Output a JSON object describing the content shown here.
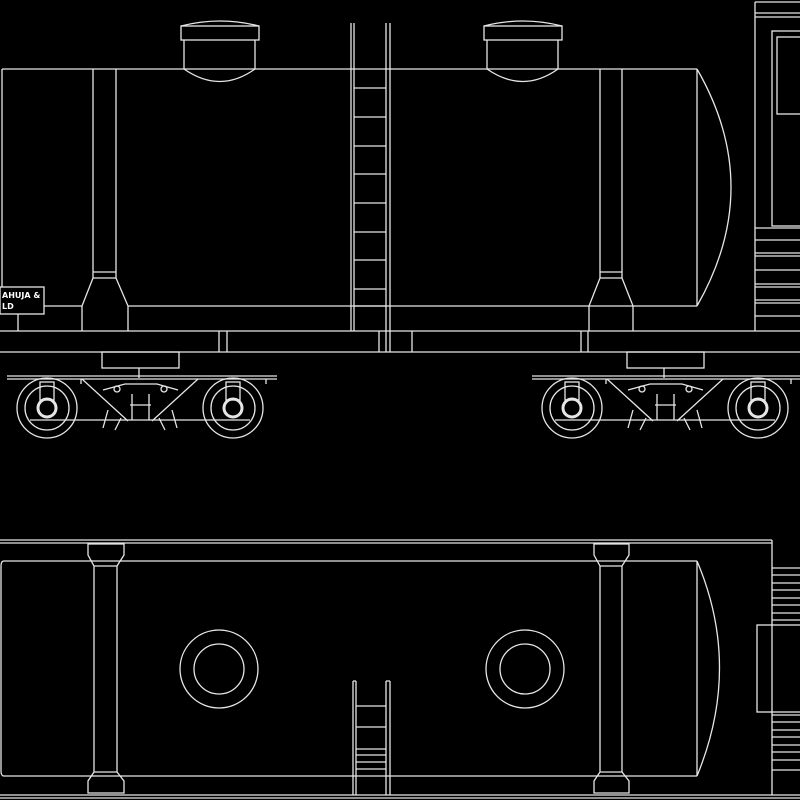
{
  "drawing": {
    "background": "#000000",
    "line_color": "#e6e6e6",
    "label_box": {
      "line1": "AHUJA &",
      "line2": "LD"
    },
    "views": [
      "side-elevation",
      "top-plan"
    ]
  }
}
